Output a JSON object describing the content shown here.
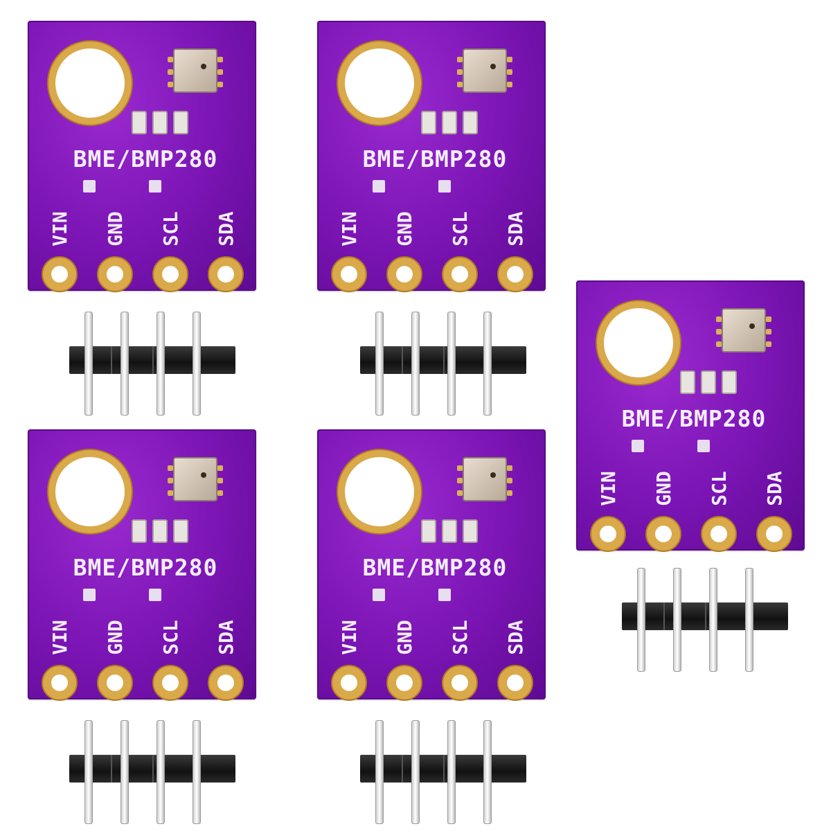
{
  "product": {
    "board_label": "BME/BMP280",
    "pins": [
      "VIN",
      "GND",
      "SCL",
      "SDA"
    ],
    "colors": {
      "pcb": "#7a14b3",
      "gold": "#d9a94a",
      "silkscreen": "#f4eefc",
      "header": "#111111"
    }
  }
}
